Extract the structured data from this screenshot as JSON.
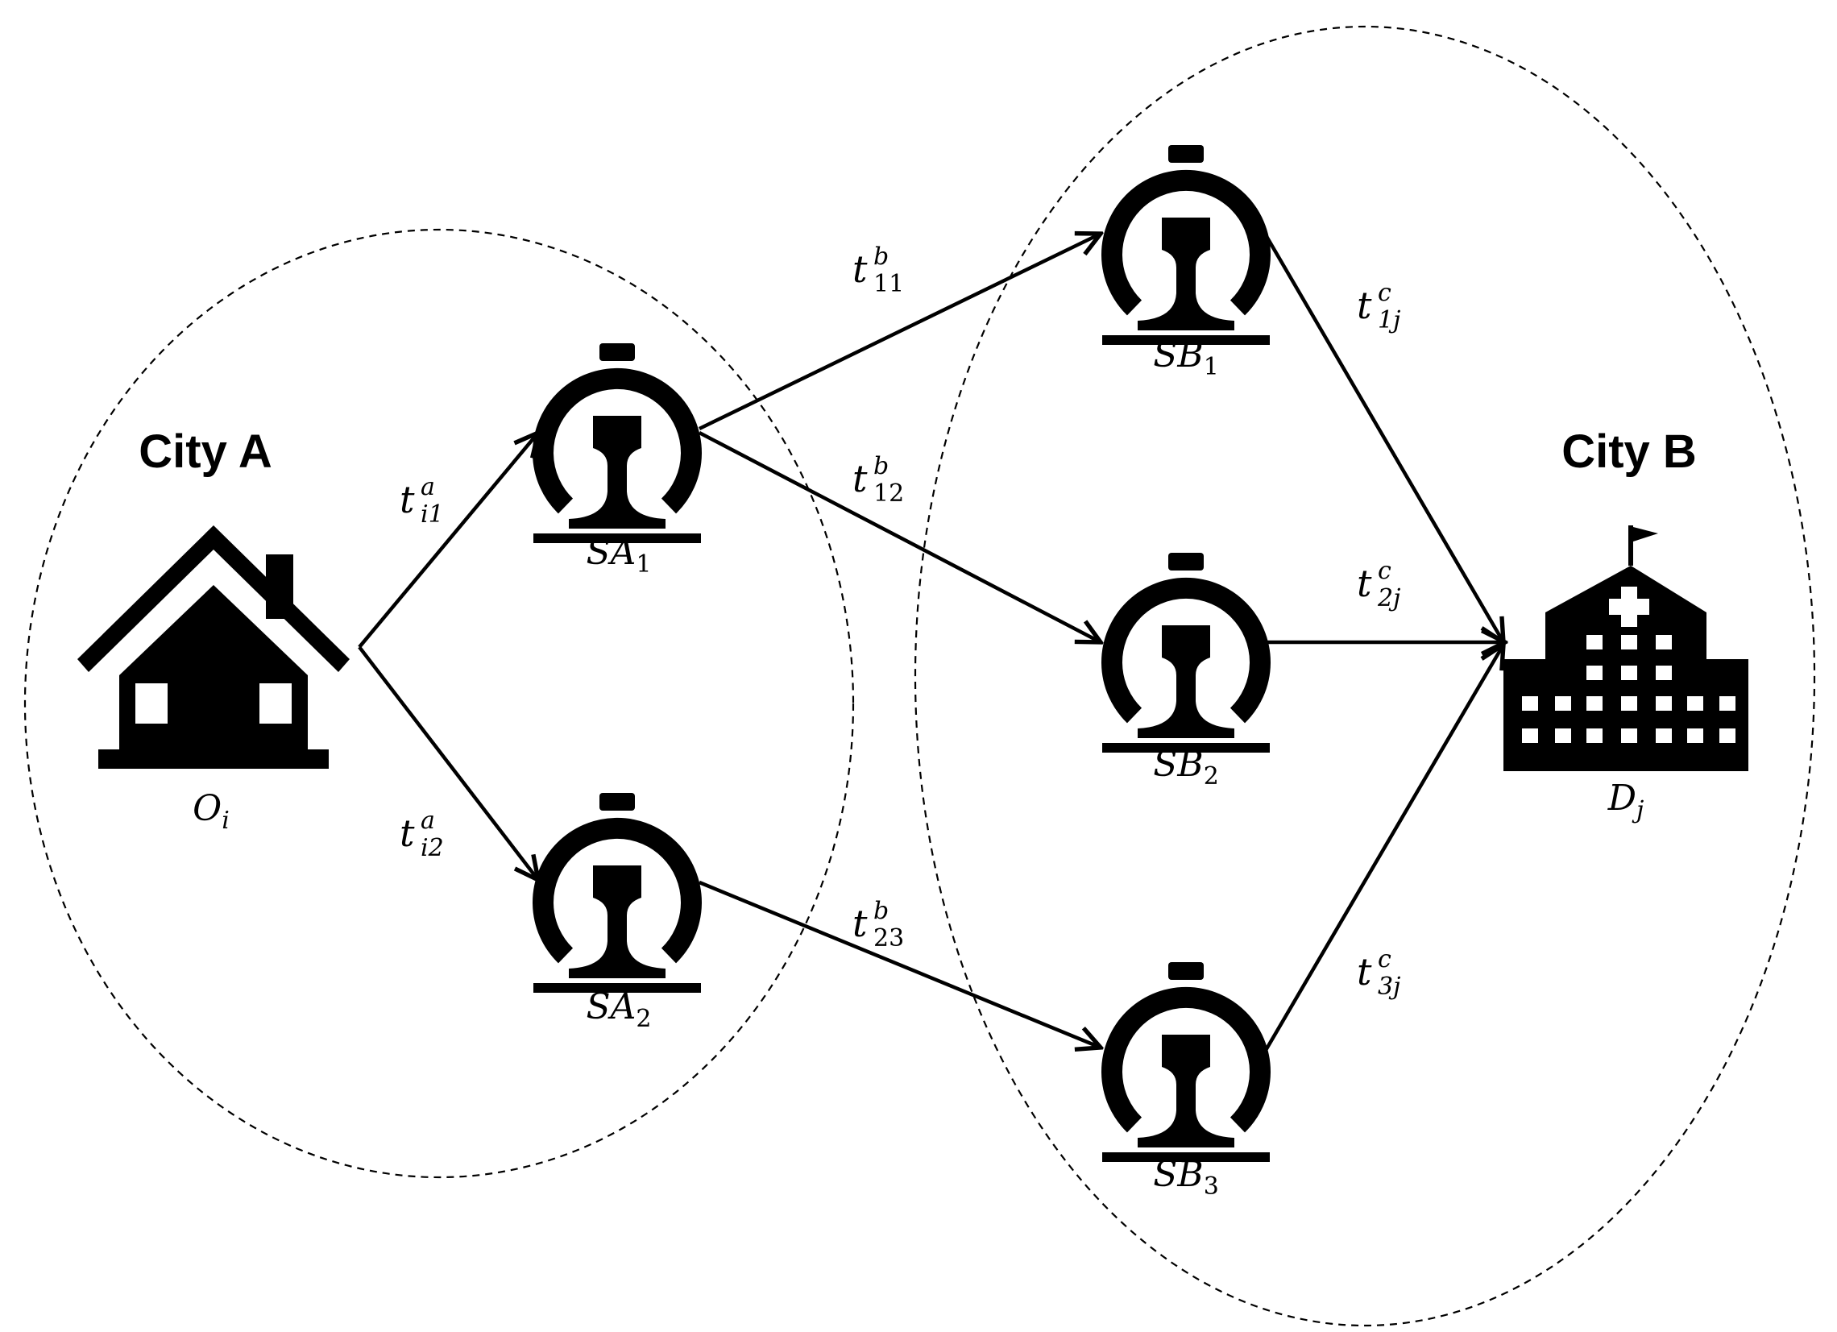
{
  "regions": {
    "city_a": {
      "label": "City A"
    },
    "city_b": {
      "label": "City B"
    }
  },
  "nodes": {
    "origin": {
      "base": "O",
      "sub": "i",
      "icon": "house-icon"
    },
    "sa1": {
      "base": "SA",
      "sub": "1",
      "icon": "railway-station-icon"
    },
    "sa2": {
      "base": "SA",
      "sub": "2",
      "icon": "railway-station-icon"
    },
    "sb1": {
      "base": "SB",
      "sub": "1",
      "icon": "railway-station-icon"
    },
    "sb2": {
      "base": "SB",
      "sub": "2",
      "icon": "railway-station-icon"
    },
    "sb3": {
      "base": "SB",
      "sub": "3",
      "icon": "railway-station-icon"
    },
    "dest": {
      "base": "D",
      "sub": "j",
      "icon": "hospital-icon"
    }
  },
  "edges": {
    "t_i1_a": {
      "base": "t",
      "sup": "a",
      "sub": "i1"
    },
    "t_i2_a": {
      "base": "t",
      "sup": "a",
      "sub": "i2"
    },
    "t_11_b": {
      "base": "t",
      "sup": "b",
      "sub": "11"
    },
    "t_12_b": {
      "base": "t",
      "sup": "b",
      "sub": "12"
    },
    "t_23_b": {
      "base": "t",
      "sup": "b",
      "sub": "23"
    },
    "t_1j_c": {
      "base": "t",
      "sup": "c",
      "sub": "1j"
    },
    "t_2j_c": {
      "base": "t",
      "sup": "c",
      "sub": "2j"
    },
    "t_3j_c": {
      "base": "t",
      "sup": "c",
      "sub": "3j"
    }
  },
  "colors": {
    "ink": "#000000",
    "background": "#ffffff"
  }
}
